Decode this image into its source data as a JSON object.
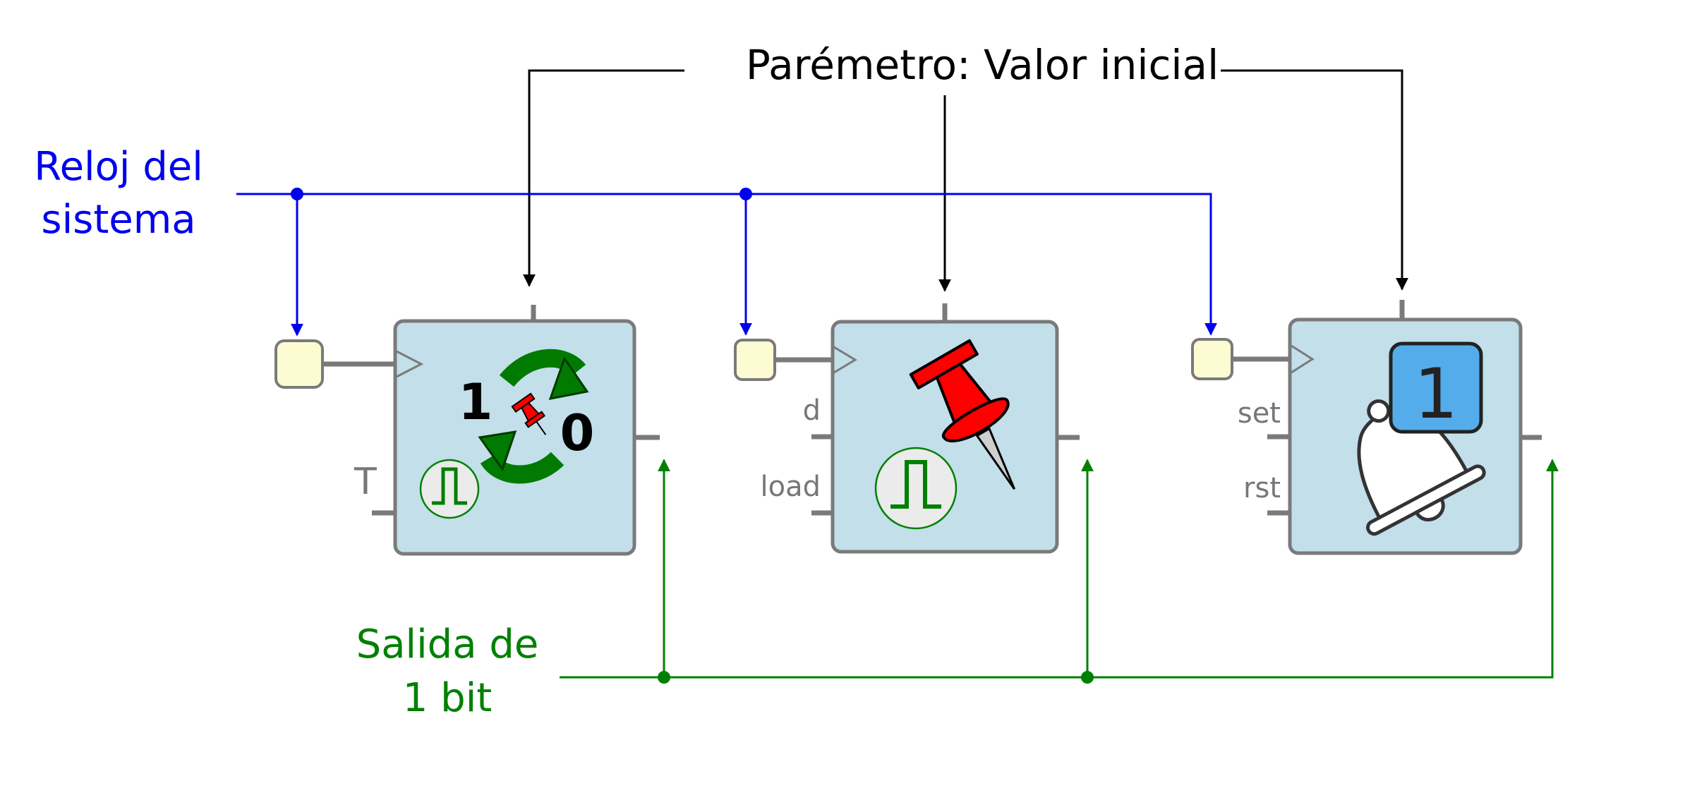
{
  "labels": {
    "parameter": "Parémetro: Valor inicial",
    "clock_line1": "Reloj del",
    "clock_line2": "sistema",
    "output_line1": "Salida de",
    "output_line2": "1 bit"
  },
  "blocks": [
    {
      "name": "toggle-flipflop",
      "icon": "toggle-pin-icon",
      "ports_left": [
        "T"
      ],
      "digits": [
        "1",
        "0"
      ]
    },
    {
      "name": "register",
      "icon": "pushpin-icon",
      "ports_left": [
        "d",
        "load"
      ]
    },
    {
      "name": "set-reset-flipflop",
      "icon": "bell-icon",
      "ports_left": [
        "set",
        "rst"
      ],
      "badge": "1"
    }
  ],
  "colors": {
    "clock": "#0000ee",
    "output": "#008000",
    "parameter": "#000000",
    "block_fill": "#c2dfea",
    "block_stroke": "#7a7a7a",
    "clock_pin_fill": "#fdfbd2",
    "pin_red": "#ff0000",
    "arrow_green": "#007a00",
    "badge_blue": "#54acea"
  }
}
